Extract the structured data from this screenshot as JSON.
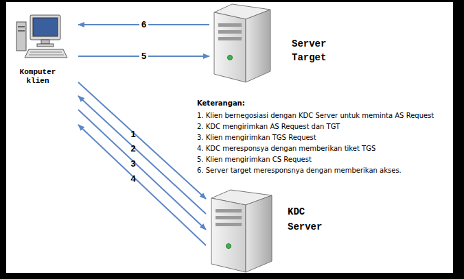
{
  "diagram": {
    "nodes": [
      {
        "text": [
          "Komputer klien"
        ]
      },
      {
        "text": [
          "Server Target"
        ]
      },
      {
        "text": [
          "KDC Server"
        ]
      }
    ],
    "edges": [
      {
        "from": 1,
        "to": 0,
        "label": "6",
        "arrow": "to"
      },
      {
        "from": 0,
        "to": 1,
        "label": "5",
        "arrow": "to"
      },
      {
        "from": 0,
        "to": 2,
        "label": "1",
        "arrow": "to"
      },
      {
        "from": 2,
        "to": 0,
        "label": "2",
        "arrow": "to"
      },
      {
        "from": 0,
        "to": 2,
        "label": "3",
        "arrow": "to"
      },
      {
        "from": 2,
        "to": 0,
        "label": "4",
        "arrow": "to"
      }
    ],
    "labels": [
      "Keterangan:",
      "1. Klien bernegosiasi dengan KDC Server untuk meminta AS Request",
      "2. KDC mengirimkan AS Request dan TGT",
      "3. Klien mengirimkan TGS Request",
      "4. KDC meresponsya dengan memberikan tiket TGS",
      "5. Klien mengirimkan CS Request",
      "6. Server target meresponsnya dengan memberikan akses."
    ]
  }
}
